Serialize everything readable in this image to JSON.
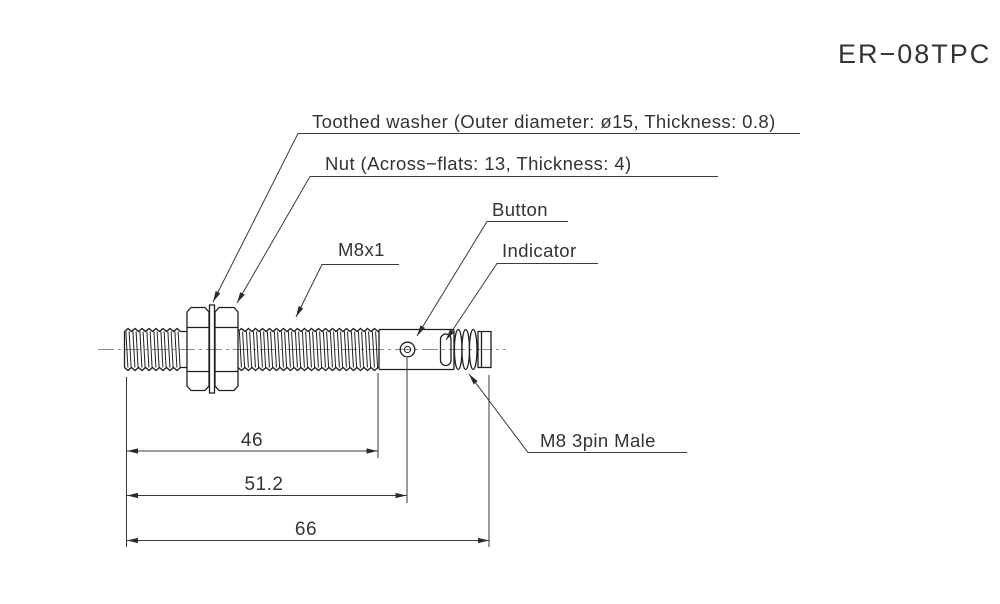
{
  "title": "ER−08TPC",
  "labels": {
    "toothed_washer": "Toothed washer (Outer diameter: ø15, Thickness: 0.8)",
    "nut": "Nut (Across−flats: 13, Thickness: 4)",
    "button": "Button",
    "thread_spec": "M8x1",
    "indicator": "Indicator",
    "connector": "M8 3pin Male"
  },
  "dimensions": {
    "thread_length": "46",
    "button_offset": "51.2",
    "overall_length": "66"
  },
  "colors": {
    "line": "#1f1f1f",
    "dim_line": "#3a3a3a",
    "centerline": "#8c8c8c",
    "text": "#333333",
    "background": "#ffffff"
  }
}
